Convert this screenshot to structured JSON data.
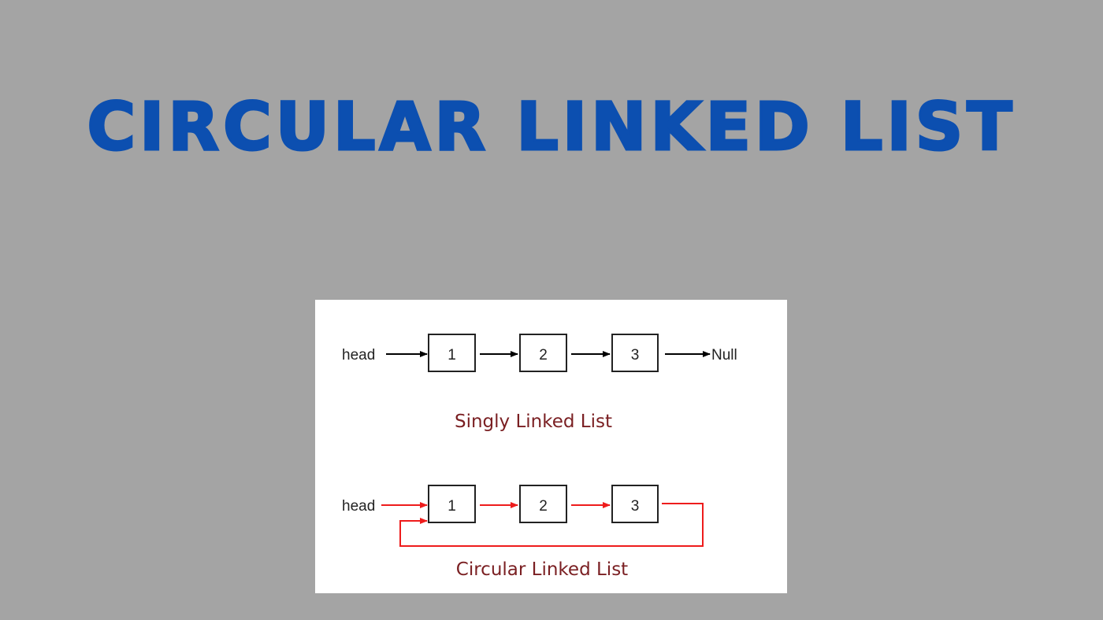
{
  "title": "Circular Linked List",
  "diagram": {
    "singly": {
      "head_label": "head",
      "nodes": [
        "1",
        "2",
        "3"
      ],
      "null_label": "Null",
      "caption": "Singly Linked List"
    },
    "circular": {
      "head_label": "head",
      "nodes": [
        "1",
        "2",
        "3"
      ],
      "caption": "Circular Linked List"
    }
  },
  "colors": {
    "background": "#a4a4a4",
    "title": "#0c4fb0",
    "singly_arrows": "#000000",
    "circular_arrows": "#ee1c1c",
    "caption": "#7a1f22"
  }
}
